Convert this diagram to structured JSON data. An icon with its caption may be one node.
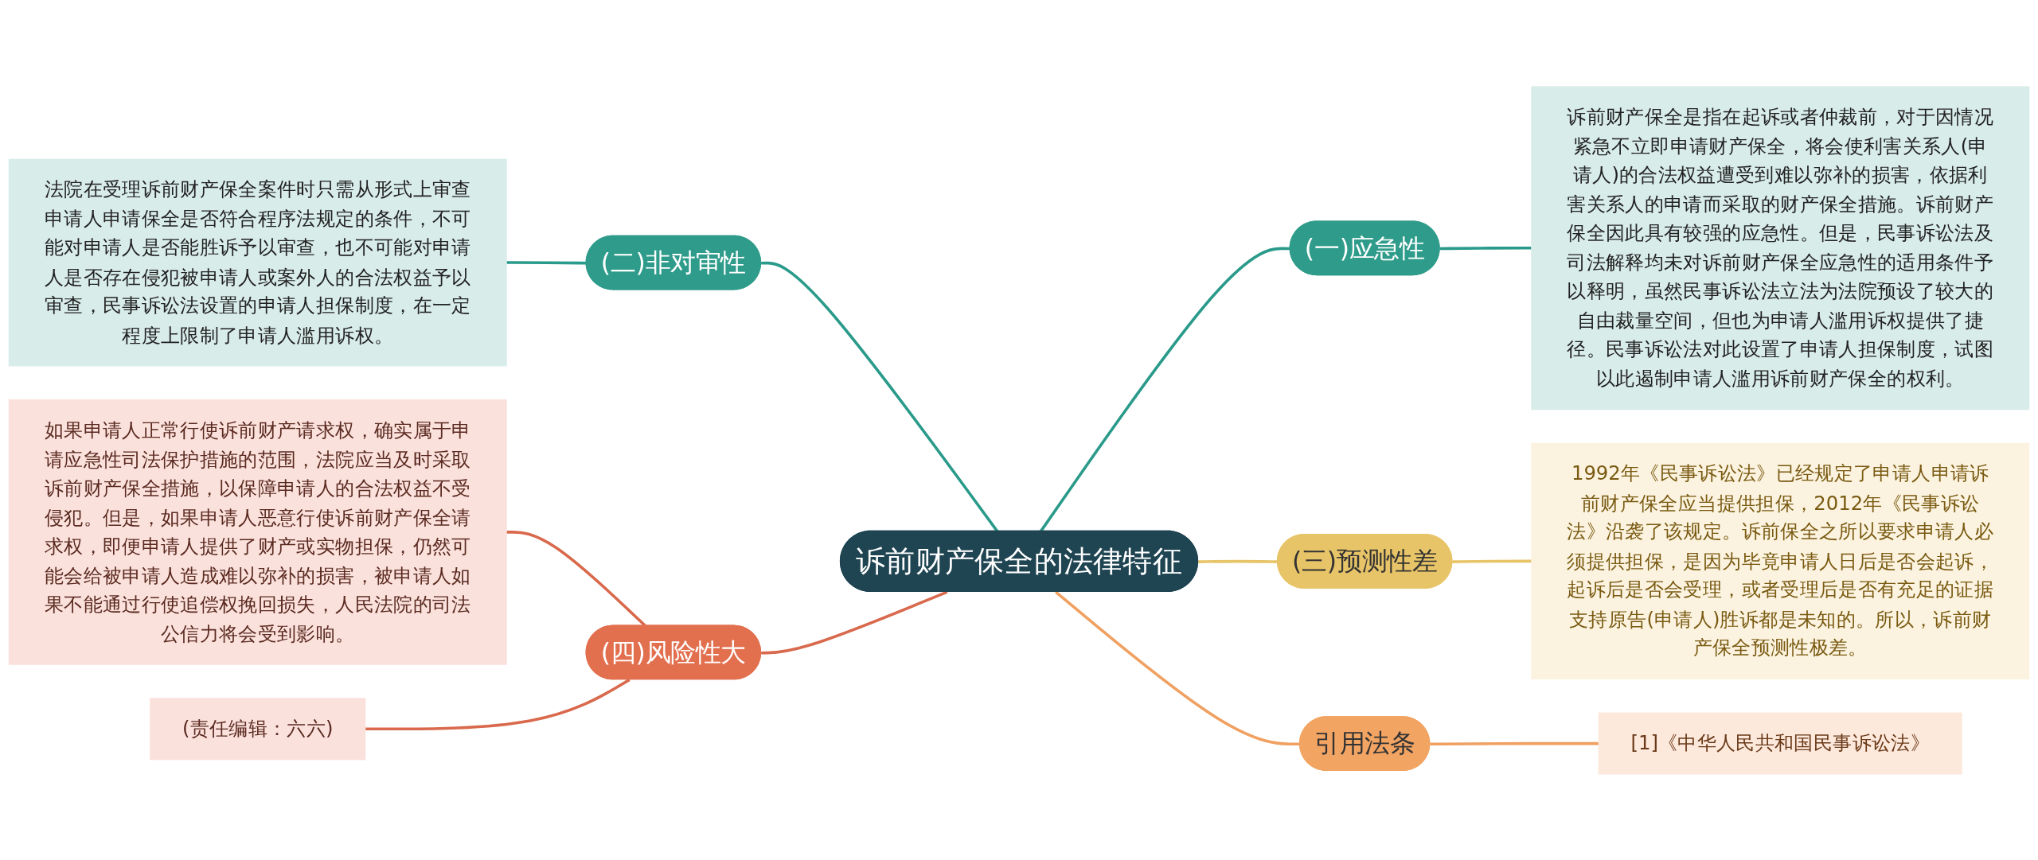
{
  "diagram": {
    "nodes": [
      {
        "text": [
          "诉前财产保全的法律特征"
        ]
      },
      {
        "text": [
          "(一)应急性"
        ]
      },
      {
        "text": [
          "诉前财产保全是指在起诉或者仲裁前，对于因情况紧急不立即申请财产保全，将会使利害关系人(申请人)的合法权益遭受到难以弥补的损害，依据利害关系人的申请而采取的财产保全措施。诉前财产保全因此具有较强的应急性。但是，民事诉讼法及司法解释均未对诉前财产保全应急性的适用条件予以释明，虽然民事诉讼法立法为法院预设了较大的自由裁量空间，但也为申请人滥用诉权提供了捷径。民事诉讼法对此设置了申请人担保制度，试图以此遏制申请人滥用诉前财产保全的权利。"
        ]
      },
      {
        "text": [
          "(二)非对审性"
        ]
      },
      {
        "text": [
          "法院在受理诉前财产保全案件时只需从形式上审查申请人申请保全是否符合程序法规定的条件，不可能对申请人是否能胜诉予以审查，也不可能对申请人是否存在侵犯被申请人或案外人的合法权益予以审查，民事诉讼法设置的申请人担保制度，在一定程度上限制了申请人滥用诉权。"
        ]
      },
      {
        "text": [
          "(三)预测性差"
        ]
      },
      {
        "text": [
          "1992年《民事诉讼法》已经规定了申请人申请诉前财产保全应当提供担保，2012年《民事诉讼法》沿袭了该规定。诉前保全之所以要求申请人必须提供担保，是因为毕竟申请人日后是否会起诉，起诉后是否会受理，或者受理后是否有充足的证据支持原告(申请人)胜诉都是未知的。所以，诉前财产保全预测性极差。"
        ]
      },
      {
        "text": [
          "(四)风险性大"
        ]
      },
      {
        "text": [
          "如果申请人正常行使诉前财产请求权，确实属于申请应急性司法保护措施的范围，法院应当及时采取诉前财产保全措施，以保障申请人的合法权益不受侵犯。但是，如果申请人恶意行使诉前财产保全请求权，即便申请人提供了财产或实物担保，仍然可能会给被申请人造成难以弥补的损害，被申请人如果不能通过行使追偿权挽回损失，人民法院的司法公信力将会受到影响。"
        ]
      },
      {
        "text": [
          "(责任编辑：六六)"
        ]
      },
      {
        "text": [
          "引用法条"
        ]
      },
      {
        "text": [
          "[1]《中华人民共和国民事诉讼法》"
        ]
      }
    ],
    "edges": [
      {
        "from": 0,
        "to": 1,
        "arrow": "none",
        "color": "#2a9a8a"
      },
      {
        "from": 1,
        "to": 2,
        "arrow": "none",
        "color": "#2a9a8a"
      },
      {
        "from": 0,
        "to": 3,
        "arrow": "none",
        "color": "#2a9a8a"
      },
      {
        "from": 3,
        "to": 4,
        "arrow": "none",
        "color": "#2a9a8a"
      },
      {
        "from": 0,
        "to": 5,
        "arrow": "none",
        "color": "#e8c468"
      },
      {
        "from": 5,
        "to": 6,
        "arrow": "none",
        "color": "#e8c468"
      },
      {
        "from": 0,
        "to": 7,
        "arrow": "none",
        "color": "#d9694c"
      },
      {
        "from": 7,
        "to": 8,
        "arrow": "none",
        "color": "#d9694c"
      },
      {
        "from": 7,
        "to": 9,
        "arrow": "none",
        "color": "#d9694c"
      },
      {
        "from": 0,
        "to": 10,
        "arrow": "none",
        "color": "#f0a060"
      },
      {
        "from": 10,
        "to": 11,
        "arrow": "none",
        "color": "#f0a060"
      }
    ]
  }
}
